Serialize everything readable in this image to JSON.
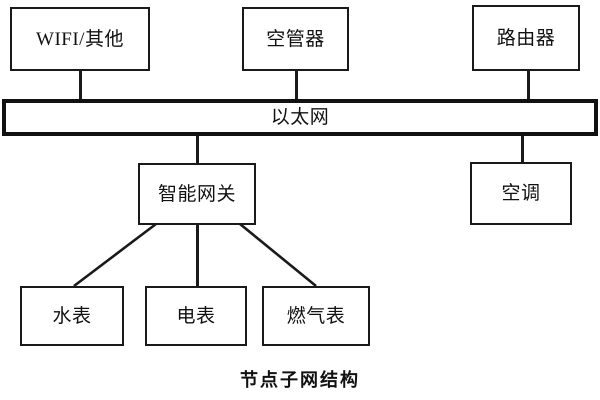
{
  "diagram": {
    "caption": "节点子网结构",
    "bus": {
      "label": "以太网",
      "name": "ethernet-bus"
    },
    "top_nodes": [
      {
        "id": "wifi-other",
        "label": "WIFI/其他"
      },
      {
        "id": "air-pipe-controller",
        "label": "空管器"
      },
      {
        "id": "router",
        "label": "路由器"
      }
    ],
    "mid_nodes": [
      {
        "id": "smart-gateway",
        "label": "智能网关"
      },
      {
        "id": "air-conditioner",
        "label": "空调"
      }
    ],
    "leaf_nodes": [
      {
        "id": "water-meter",
        "label": "水表"
      },
      {
        "id": "electric-meter",
        "label": "电表"
      },
      {
        "id": "gas-meter",
        "label": "燃气表"
      }
    ],
    "colors": {
      "stroke": "#1a1a1a",
      "bus_stroke": "#111111",
      "background": "#ffffff",
      "text": "#111111"
    }
  }
}
